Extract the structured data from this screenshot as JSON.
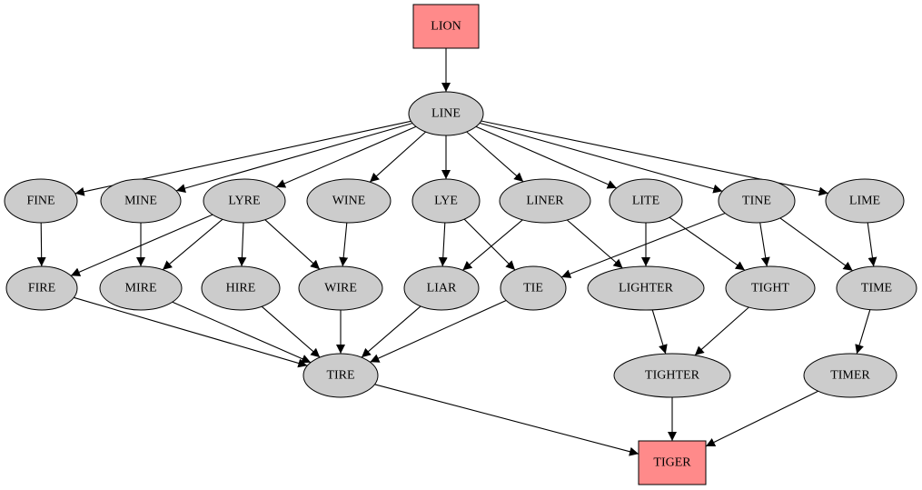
{
  "colors": {
    "terminal_fill": "#ff8a8a",
    "node_fill": "#cccccc",
    "edge": "#000000"
  },
  "nodes": {
    "LION": {
      "label": "LION",
      "shape": "box",
      "terminal": true
    },
    "LINE": {
      "label": "LINE",
      "shape": "ellipse"
    },
    "FINE": {
      "label": "FINE",
      "shape": "ellipse"
    },
    "MINE": {
      "label": "MINE",
      "shape": "ellipse"
    },
    "LYRE": {
      "label": "LYRE",
      "shape": "ellipse"
    },
    "WINE": {
      "label": "WINE",
      "shape": "ellipse"
    },
    "LYE": {
      "label": "LYE",
      "shape": "ellipse"
    },
    "LINER": {
      "label": "LINER",
      "shape": "ellipse"
    },
    "LITE": {
      "label": "LITE",
      "shape": "ellipse"
    },
    "TINE": {
      "label": "TINE",
      "shape": "ellipse"
    },
    "LIME": {
      "label": "LIME",
      "shape": "ellipse"
    },
    "FIRE": {
      "label": "FIRE",
      "shape": "ellipse"
    },
    "MIRE": {
      "label": "MIRE",
      "shape": "ellipse"
    },
    "HIRE": {
      "label": "HIRE",
      "shape": "ellipse"
    },
    "WIRE": {
      "label": "WIRE",
      "shape": "ellipse"
    },
    "LIAR": {
      "label": "LIAR",
      "shape": "ellipse"
    },
    "TIE": {
      "label": "TIE",
      "shape": "ellipse"
    },
    "LIGHTER": {
      "label": "LIGHTER",
      "shape": "ellipse"
    },
    "TIGHT": {
      "label": "TIGHT",
      "shape": "ellipse"
    },
    "TIME": {
      "label": "TIME",
      "shape": "ellipse"
    },
    "TIRE": {
      "label": "TIRE",
      "shape": "ellipse"
    },
    "TIGHTER": {
      "label": "TIGHTER",
      "shape": "ellipse"
    },
    "TIMER": {
      "label": "TIMER",
      "shape": "ellipse"
    },
    "TIGER": {
      "label": "TIGER",
      "shape": "box",
      "terminal": true
    }
  },
  "edges": [
    [
      "LION",
      "LINE"
    ],
    [
      "LINE",
      "FINE"
    ],
    [
      "LINE",
      "MINE"
    ],
    [
      "LINE",
      "LYRE"
    ],
    [
      "LINE",
      "WINE"
    ],
    [
      "LINE",
      "LYE"
    ],
    [
      "LINE",
      "LINER"
    ],
    [
      "LINE",
      "LITE"
    ],
    [
      "LINE",
      "TINE"
    ],
    [
      "LINE",
      "LIME"
    ],
    [
      "FINE",
      "FIRE"
    ],
    [
      "MINE",
      "MIRE"
    ],
    [
      "LYRE",
      "FIRE"
    ],
    [
      "LYRE",
      "MIRE"
    ],
    [
      "LYRE",
      "HIRE"
    ],
    [
      "LYRE",
      "WIRE"
    ],
    [
      "WINE",
      "WIRE"
    ],
    [
      "LYE",
      "LIAR"
    ],
    [
      "LYE",
      "TIE"
    ],
    [
      "LINER",
      "LIAR"
    ],
    [
      "LINER",
      "LIGHTER"
    ],
    [
      "LITE",
      "LIGHTER"
    ],
    [
      "LITE",
      "TIGHT"
    ],
    [
      "TINE",
      "TIE"
    ],
    [
      "TINE",
      "TIGHT"
    ],
    [
      "TINE",
      "TIME"
    ],
    [
      "LIME",
      "TIME"
    ],
    [
      "FIRE",
      "TIRE"
    ],
    [
      "MIRE",
      "TIRE"
    ],
    [
      "HIRE",
      "TIRE"
    ],
    [
      "WIRE",
      "TIRE"
    ],
    [
      "LIAR",
      "TIRE"
    ],
    [
      "TIE",
      "TIRE"
    ],
    [
      "LIGHTER",
      "TIGHTER"
    ],
    [
      "TIGHT",
      "TIGHTER"
    ],
    [
      "TIME",
      "TIMER"
    ],
    [
      "TIRE",
      "TIGER"
    ],
    [
      "TIGHTER",
      "TIGER"
    ],
    [
      "TIMER",
      "TIGER"
    ]
  ]
}
